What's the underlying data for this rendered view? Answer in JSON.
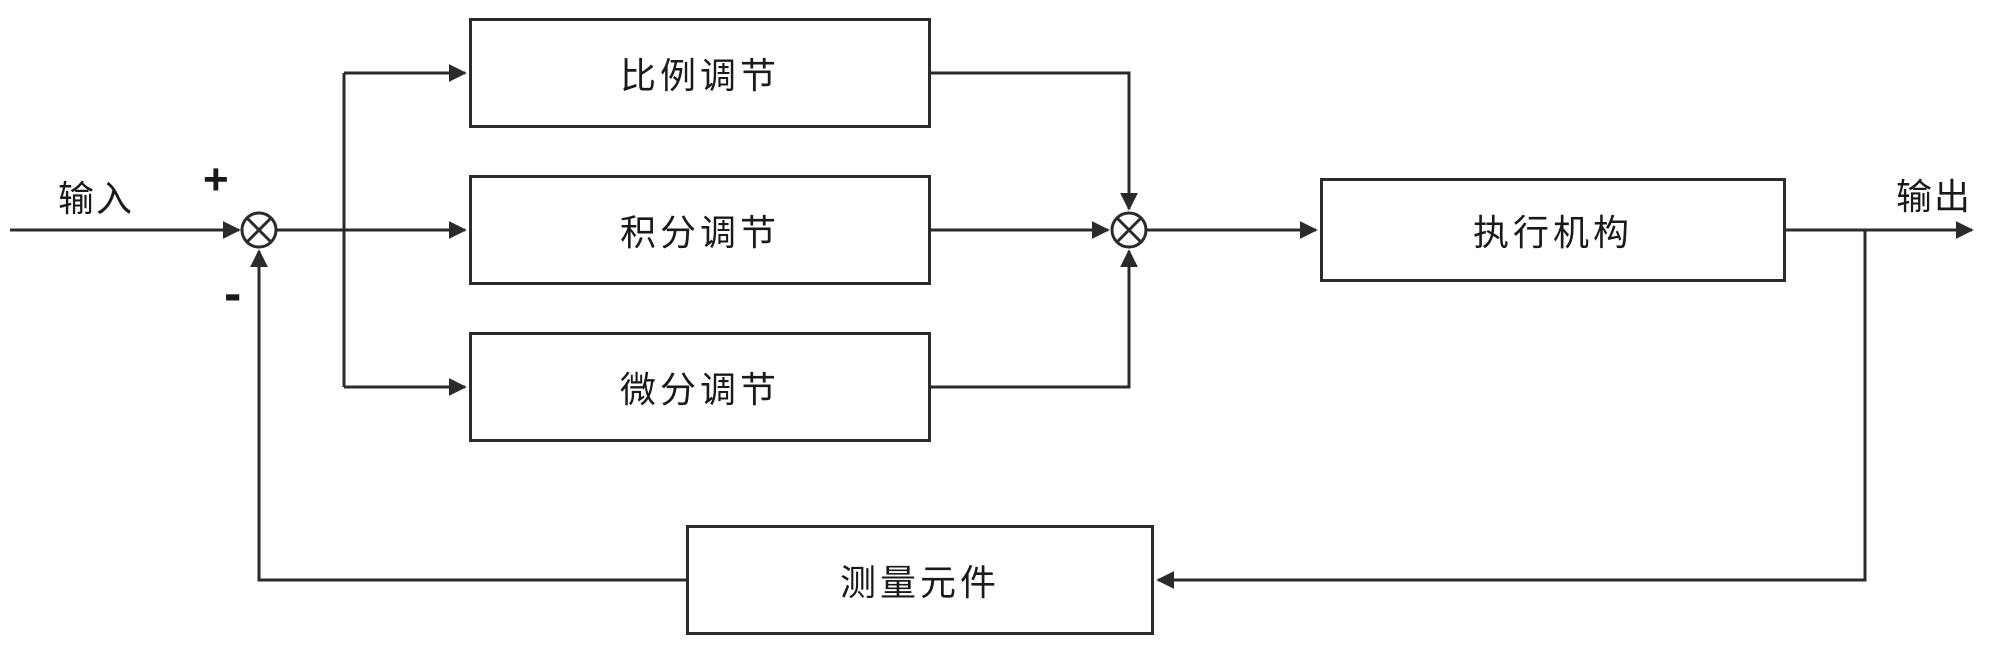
{
  "diagram": {
    "title": "PID control block diagram",
    "input_label": "输入",
    "output_label": "输出",
    "plus_sign": "+",
    "minus_sign": "-",
    "blocks": {
      "proportional": "比例调节",
      "integral": "积分调节",
      "derivative": "微分调节",
      "actuator": "执行机构",
      "sensor": "测量元件"
    },
    "colors": {
      "line": "#2b2b2b",
      "text": "#1a1a1a",
      "background": "#ffffff"
    }
  }
}
